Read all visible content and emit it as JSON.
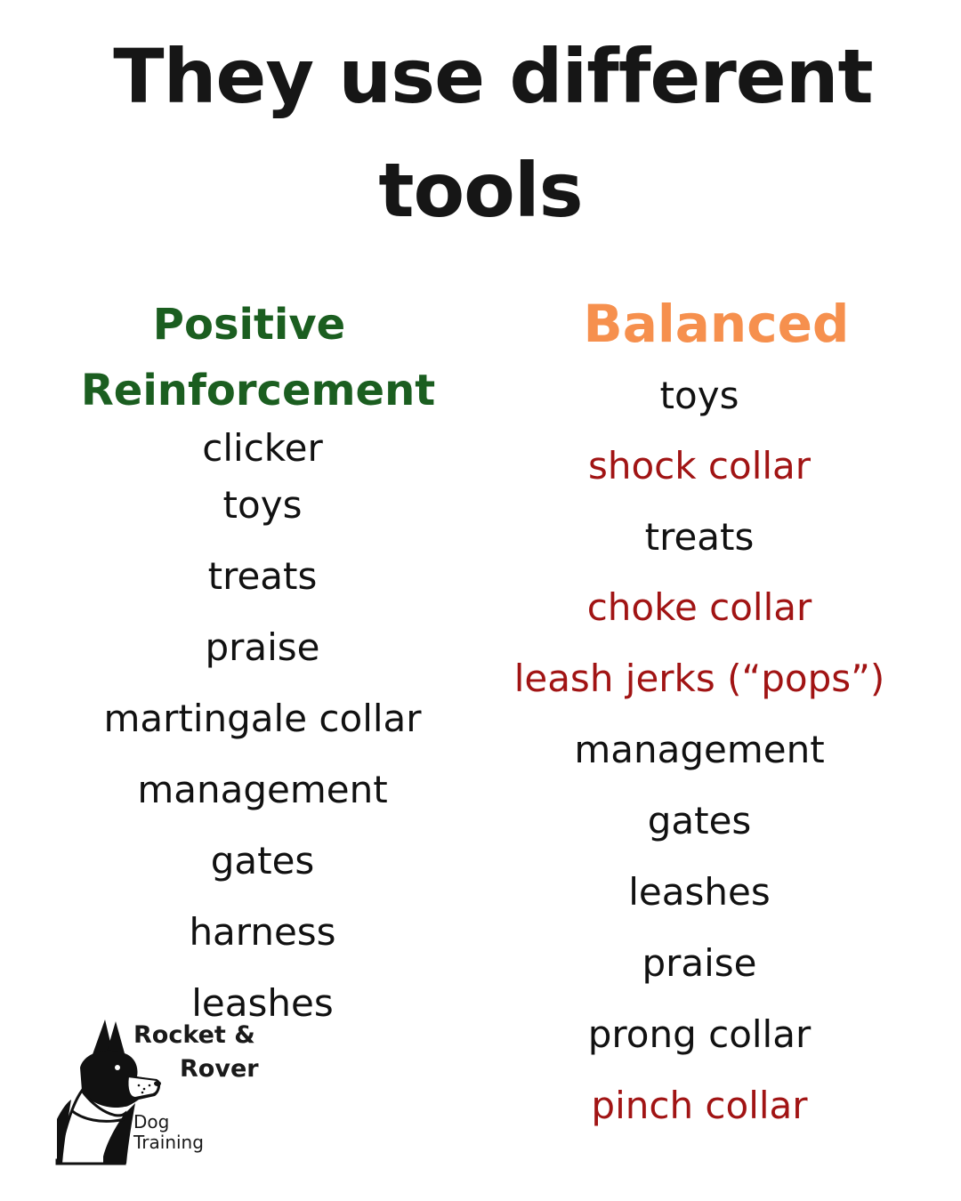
{
  "title": {
    "line1": "They use different",
    "line2": "tools"
  },
  "positive": {
    "heading_line1": "Positive",
    "heading_line2": "Reinforcement",
    "color": "#1b5e20",
    "items": [
      "clicker",
      "toys",
      "treats",
      "praise",
      "martingale collar",
      "management",
      "gates",
      "harness",
      "leashes"
    ]
  },
  "balanced": {
    "heading": "Balanced",
    "color": "#f6904e",
    "items": [
      {
        "text": "toys",
        "aversive": false
      },
      {
        "text": "shock collar",
        "aversive": true
      },
      {
        "text": "treats",
        "aversive": false
      },
      {
        "text": "choke collar",
        "aversive": true
      },
      {
        "text": "leash jerks (“pops”)",
        "aversive": true
      },
      {
        "text": "management",
        "aversive": false
      },
      {
        "text": "gates",
        "aversive": false
      },
      {
        "text": "leashes",
        "aversive": false
      },
      {
        "text": "praise",
        "aversive": false
      },
      {
        "text": "prong collar",
        "aversive": false
      },
      {
        "text": "pinch collar",
        "aversive": true
      }
    ]
  },
  "colors": {
    "aversive_text": "#a11414",
    "normal_text": "#111111"
  },
  "logo": {
    "icon": "dog-head-icon",
    "line1": "Rocket &",
    "line2": "Rover",
    "line3": "Dog",
    "line4": "Training"
  }
}
